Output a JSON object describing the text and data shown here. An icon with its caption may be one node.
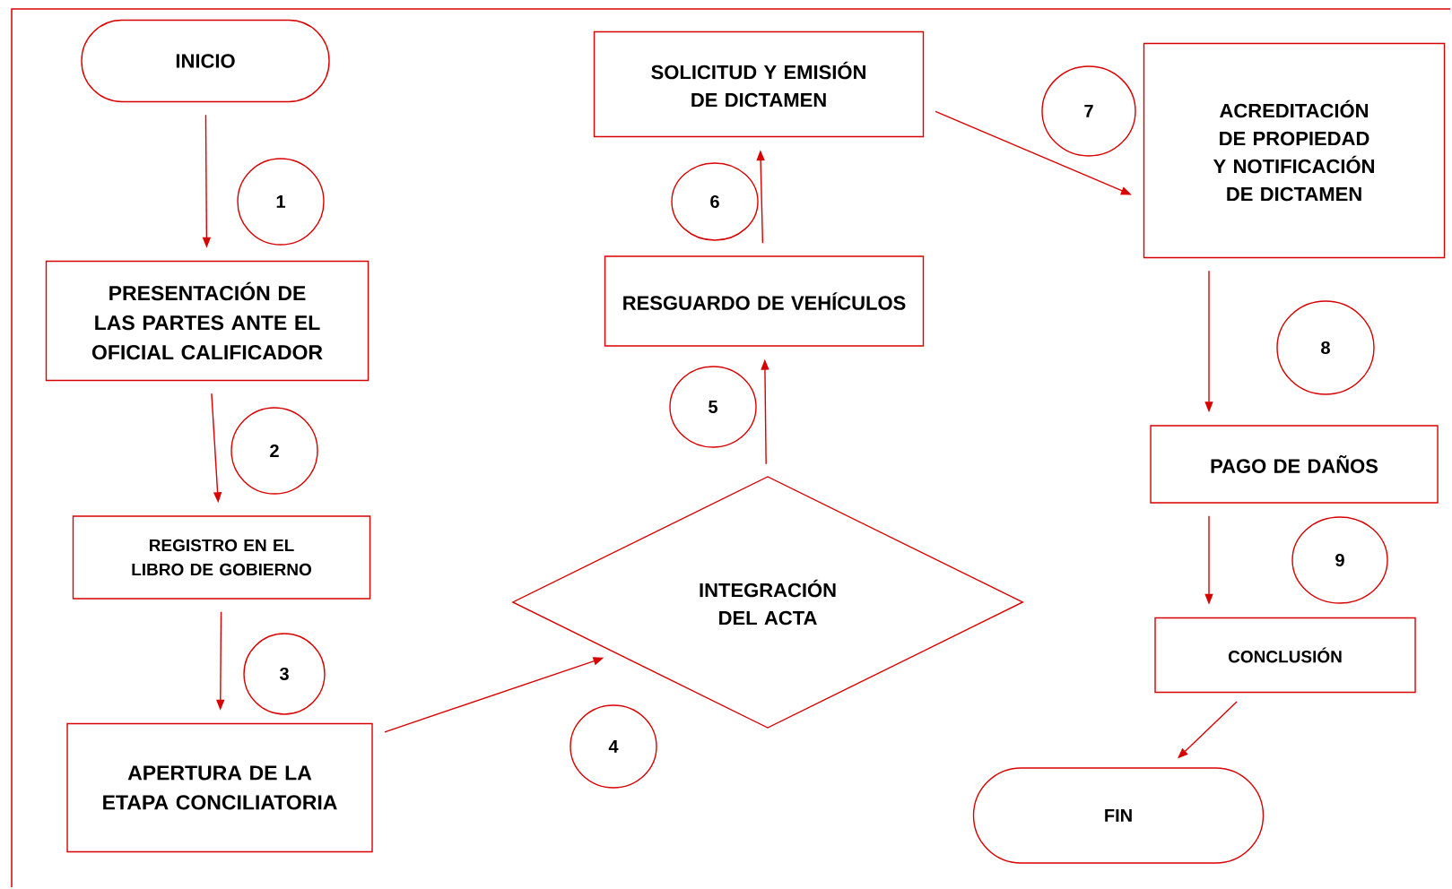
{
  "diagram": {
    "nodes": [
      {
        "text": [
          "INICIO"
        ]
      },
      {
        "text": [
          "PRESENTACIÓN DE LAS PARTES ANTE EL OFICIAL CALIFICADOR"
        ]
      },
      {
        "text": [
          "REGISTRO EN EL LIBRO DE GOBIERNO"
        ]
      },
      {
        "text": [
          "APERTURA DE LA ETAPA CONCILIATORIA"
        ]
      },
      {
        "text": [
          "INTEGRACIÓN DEL ACTA"
        ]
      },
      {
        "text": [
          "RESGUARDO DE VEHÍCULOS"
        ]
      },
      {
        "text": [
          "SOLICITUD Y EMISIÓN DE DICTAMEN"
        ]
      },
      {
        "text": [
          "ACREDITACIÓN DE PROPIEDAD Y NOTIFICACIÓN DE DICTAMEN"
        ]
      },
      {
        "text": [
          "PAGO DE DAÑOS"
        ]
      },
      {
        "text": [
          "CONCLUSIÓN"
        ]
      },
      {
        "text": [
          "FIN"
        ]
      },
      {
        "text": [
          "1"
        ]
      },
      {
        "text": [
          "2"
        ]
      },
      {
        "text": [
          "3"
        ]
      },
      {
        "text": [
          "4"
        ]
      },
      {
        "text": [
          "5"
        ]
      },
      {
        "text": [
          "6"
        ]
      },
      {
        "text": [
          "7"
        ]
      },
      {
        "text": [
          "8"
        ]
      },
      {
        "text": [
          "9"
        ]
      }
    ],
    "edges": [
      {
        "from": 0,
        "to": 1,
        "arrow": "to"
      },
      {
        "from": 1,
        "to": 2,
        "arrow": "to"
      },
      {
        "from": 2,
        "to": 3,
        "arrow": "to"
      },
      {
        "from": 3,
        "to": 4,
        "arrow": "to"
      },
      {
        "from": 4,
        "to": 5,
        "arrow": "to"
      },
      {
        "from": 5,
        "to": 6,
        "arrow": "to"
      },
      {
        "from": 6,
        "to": 7,
        "arrow": "to"
      },
      {
        "from": 7,
        "to": 8,
        "arrow": "to"
      },
      {
        "from": 8,
        "to": 9,
        "arrow": "to"
      },
      {
        "from": 9,
        "to": 10,
        "arrow": "to"
      }
    ]
  }
}
